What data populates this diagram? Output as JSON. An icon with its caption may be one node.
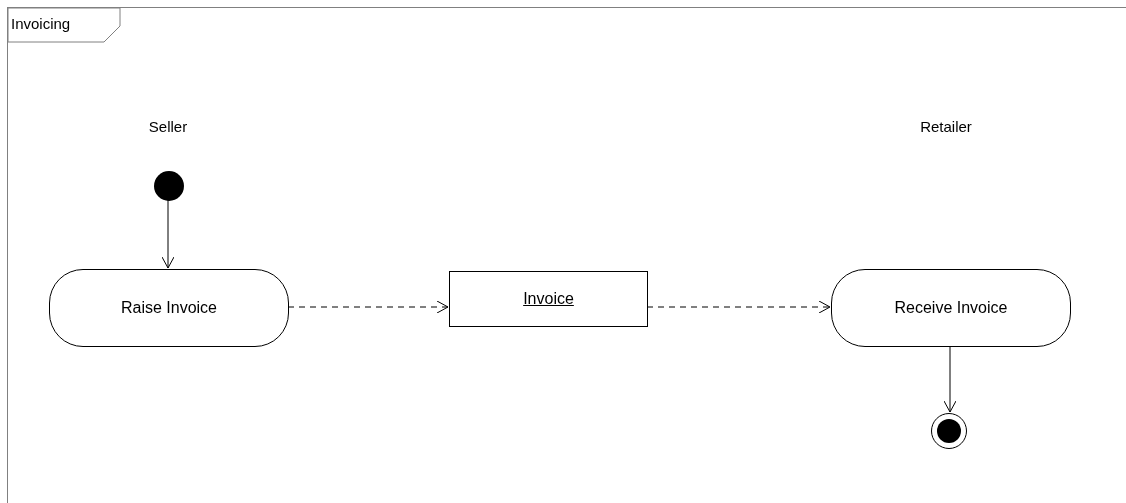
{
  "diagram": {
    "nodes": [
      {
        "text": [
          "Invoicing"
        ]
      },
      {
        "text": [],
        "shape": "circle",
        "in": 0
      },
      {
        "text": [
          "Raise Invoice"
        ],
        "in": 0
      },
      {
        "text": [
          "Invoice"
        ],
        "in": 0
      },
      {
        "text": [
          "Receive Invoice"
        ],
        "in": 0
      },
      {
        "text": [],
        "shape": "circle",
        "in": 0
      }
    ],
    "edges": [
      {
        "from": 1,
        "to": 2,
        "arrow": "to"
      },
      {
        "from": 2,
        "to": 3,
        "arrow": "to",
        "style": "dashed"
      },
      {
        "from": 3,
        "to": 4,
        "arrow": "to",
        "style": "dashed"
      },
      {
        "from": 4,
        "to": 5,
        "arrow": "to"
      }
    ],
    "labels": [
      "Seller",
      "Retailer"
    ]
  }
}
